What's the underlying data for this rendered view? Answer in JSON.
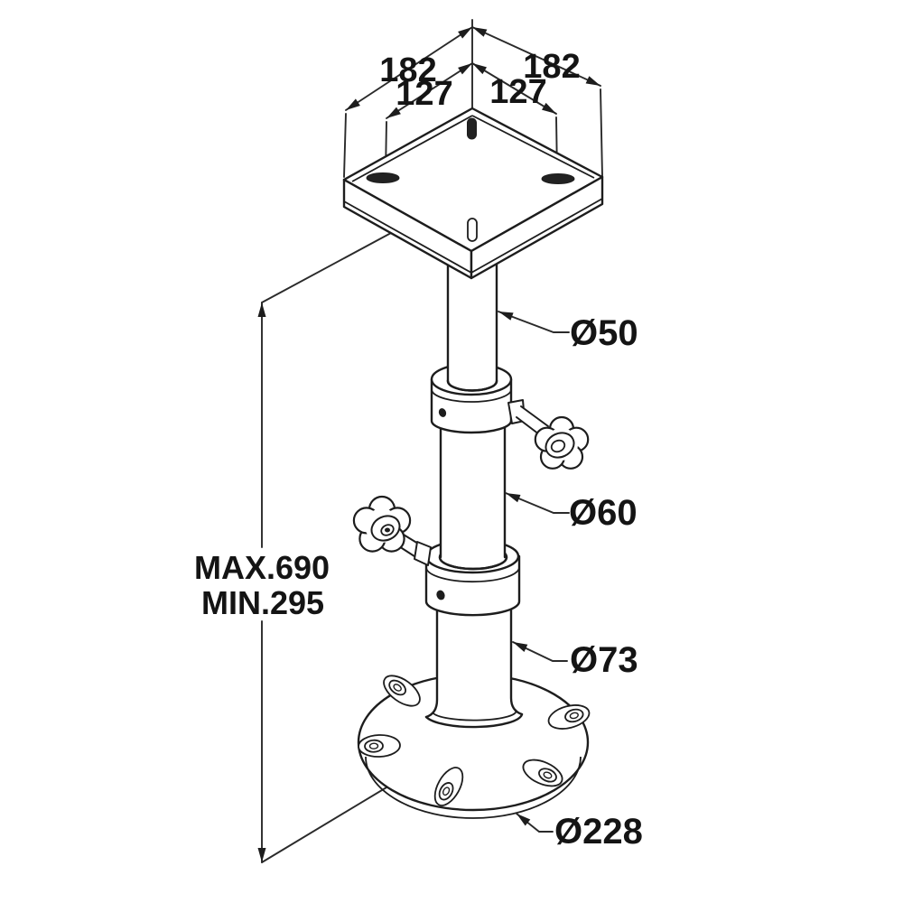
{
  "figure": {
    "kind": "technical-drawing",
    "background_color": "#ffffff",
    "line_color": "#1d1d1d"
  },
  "dimensions": {
    "plate_width_left": "182",
    "plate_width_right": "182",
    "hole_spacing_left": "127",
    "hole_spacing_right": "127",
    "height_max": "MAX.690",
    "height_min": "MIN.295",
    "top_tube_diameter": "Ø50",
    "middle_tube_diameter": "Ø60",
    "bottom_tube_diameter": "Ø73",
    "base_diameter": "Ø228"
  }
}
